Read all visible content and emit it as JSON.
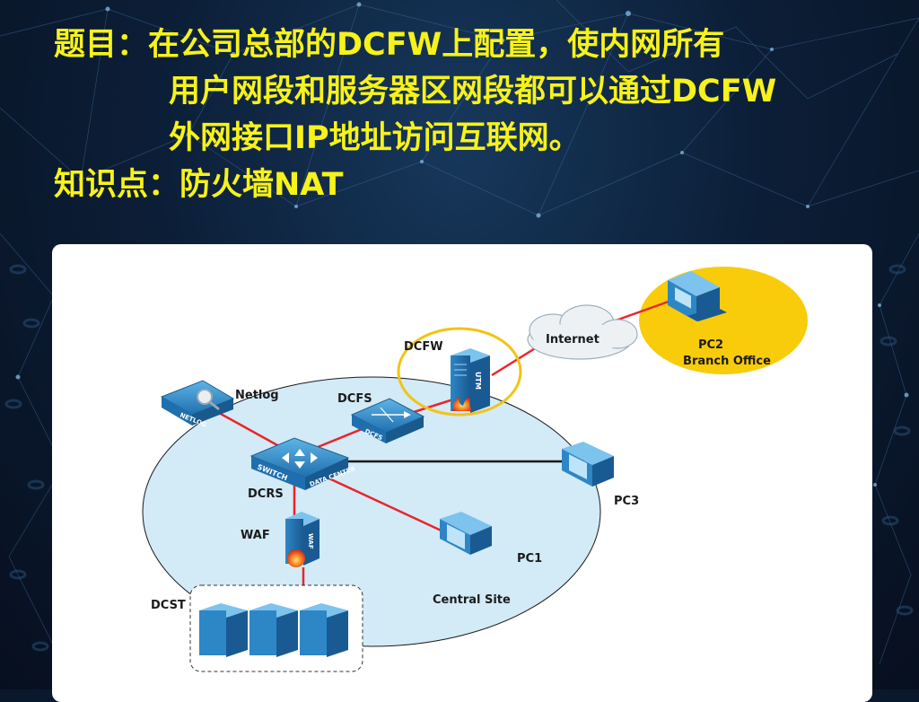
{
  "title": {
    "line1": "题目：在公司总部的DCFW上配置，使内网所有",
    "line2": "用户网段和服务器区网段都可以通过DCFW",
    "line3": "外网接口IP地址访问互联网。",
    "line4": "知识点：防火墙NAT"
  },
  "diagram": {
    "nodes": {
      "netlog": "Netlog",
      "netlog_device_text": "NETLOG",
      "dcfs": "DCFS",
      "dcfs_device_text": "DCFS",
      "dcfw": "DCFW",
      "utm_text": "UTM",
      "dcrs": "DCRS",
      "switch_text": "SWITCH",
      "datacenter_text": "DATA CENTER",
      "waf": "WAF",
      "waf_device_text": "WAF",
      "dcst": "DCST",
      "pc1": "PC1",
      "pc3": "PC3",
      "pc2": "PC2",
      "pc2_sub": "Branch Office",
      "internet": "Internet",
      "central_site": "Central Site"
    },
    "colors": {
      "link_red": "#e8262a",
      "link_black": "#111111",
      "site_fill": "#d3eaf7",
      "branch_fill": "#f8cc0a",
      "highlight_ring": "#f0c419",
      "title_yellow": "#f7f21a"
    }
  }
}
